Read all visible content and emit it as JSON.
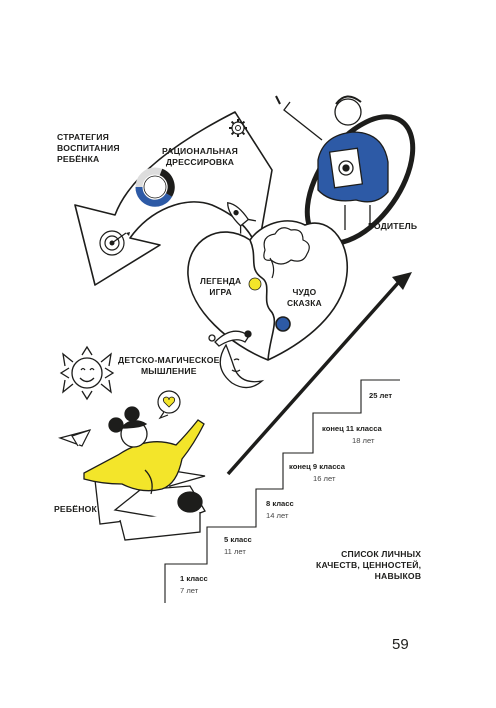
{
  "labels": {
    "strategy": "СТРАТЕГИЯ\nВОСПИТАНИЯ\nРЕБЁНКА",
    "rational": "РАЦИОНАЛЬНАЯ\nДРЕССИРОВКА",
    "parent": "РОДИТЕЛЬ",
    "legend": "ЛЕГЕНДА\nИГРА",
    "miracle": "ЧУДО\nСКАЗКА",
    "magic_thinking": "ДЕТСКО-МАГИЧЕСКОЕ\nМЫШЛЕНИЕ",
    "child": "РЕБЁНОК",
    "list": "СПИСОК ЛИЧНЫХ\nКАЧЕСТВ, ЦЕННОСТЕЙ,\nНАВЫКОВ"
  },
  "steps": [
    {
      "title": "1 класс",
      "age": "7 лет"
    },
    {
      "title": "5 класс",
      "age": "11 лет"
    },
    {
      "title": "8 класс",
      "age": "14 лет"
    },
    {
      "title": "конец 9 класса",
      "age": "16 лет"
    },
    {
      "title": "конец 11 класса",
      "age": "18 лет"
    },
    {
      "title": "25 лет",
      "age": ""
    }
  ],
  "page_number": "59",
  "colors": {
    "accent_blue": "#2d5aa6",
    "accent_yellow": "#f3e52a",
    "ink": "#1d1d1b"
  }
}
